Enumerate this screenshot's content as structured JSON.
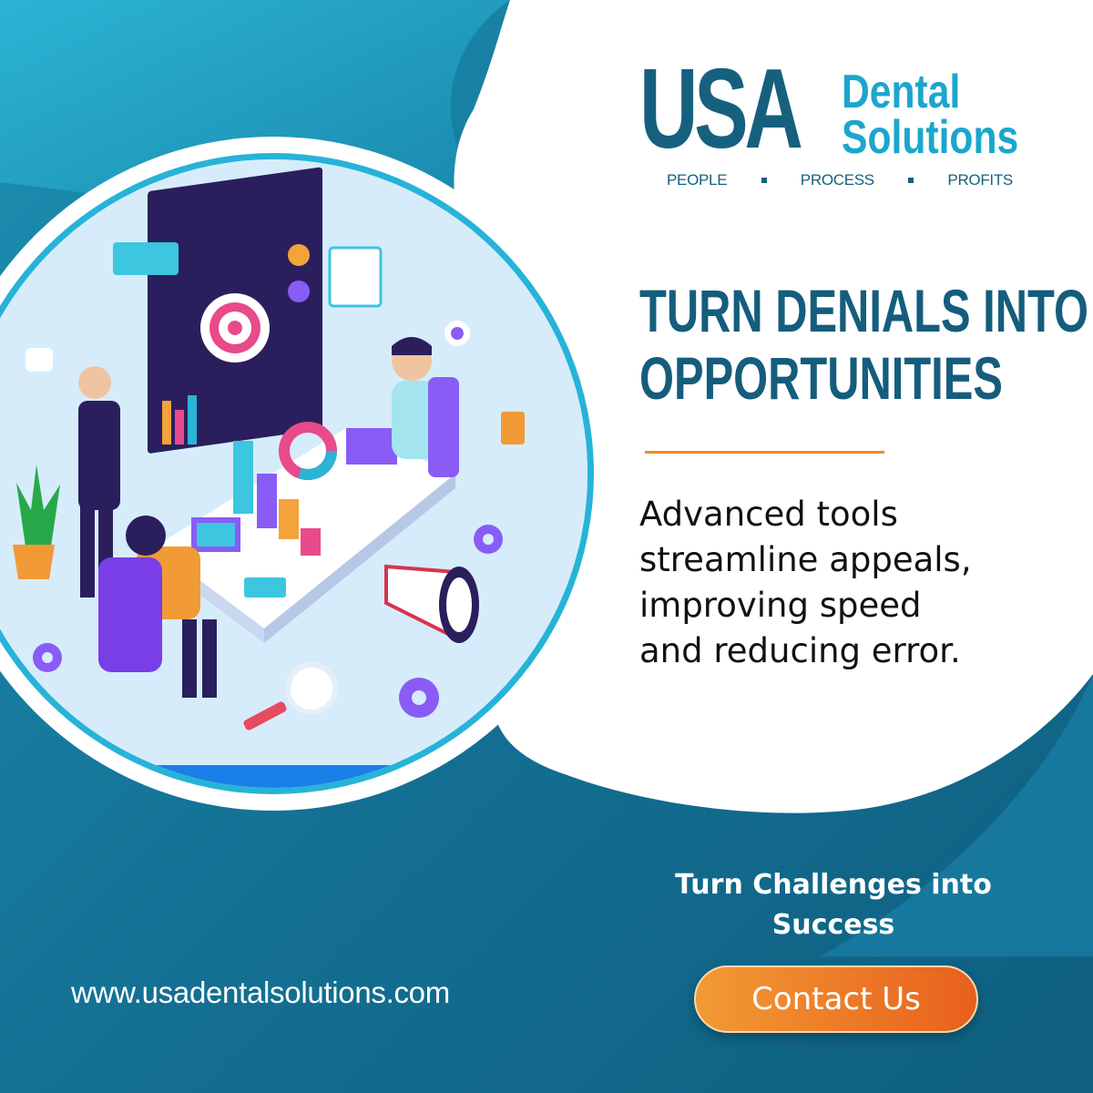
{
  "brand": {
    "logo_main": "USA",
    "logo_sub_line1": "Dental",
    "logo_sub_line2": "Solutions",
    "tagline": [
      "PEOPLE",
      "PROCESS",
      "PROFITS"
    ]
  },
  "headline": {
    "line1": "TURN DENIALS INTO",
    "line2": "OPPORTUNITIES"
  },
  "body": {
    "line1": "Advanced tools",
    "line2": "streamline appeals,",
    "line3": "improving speed",
    "line4": "and reducing error."
  },
  "cta": {
    "line1": "Turn Challenges into",
    "line2": "Success",
    "button_label": "Contact Us"
  },
  "footer": {
    "website": "www.usadentalsolutions.com"
  },
  "colors": {
    "brand_dark": "#155d7c",
    "brand_light": "#1ba6cc",
    "accent_orange": "#ef8a2a",
    "background_teal": "#136f92",
    "illustration_bg": "#d6ecfb"
  }
}
